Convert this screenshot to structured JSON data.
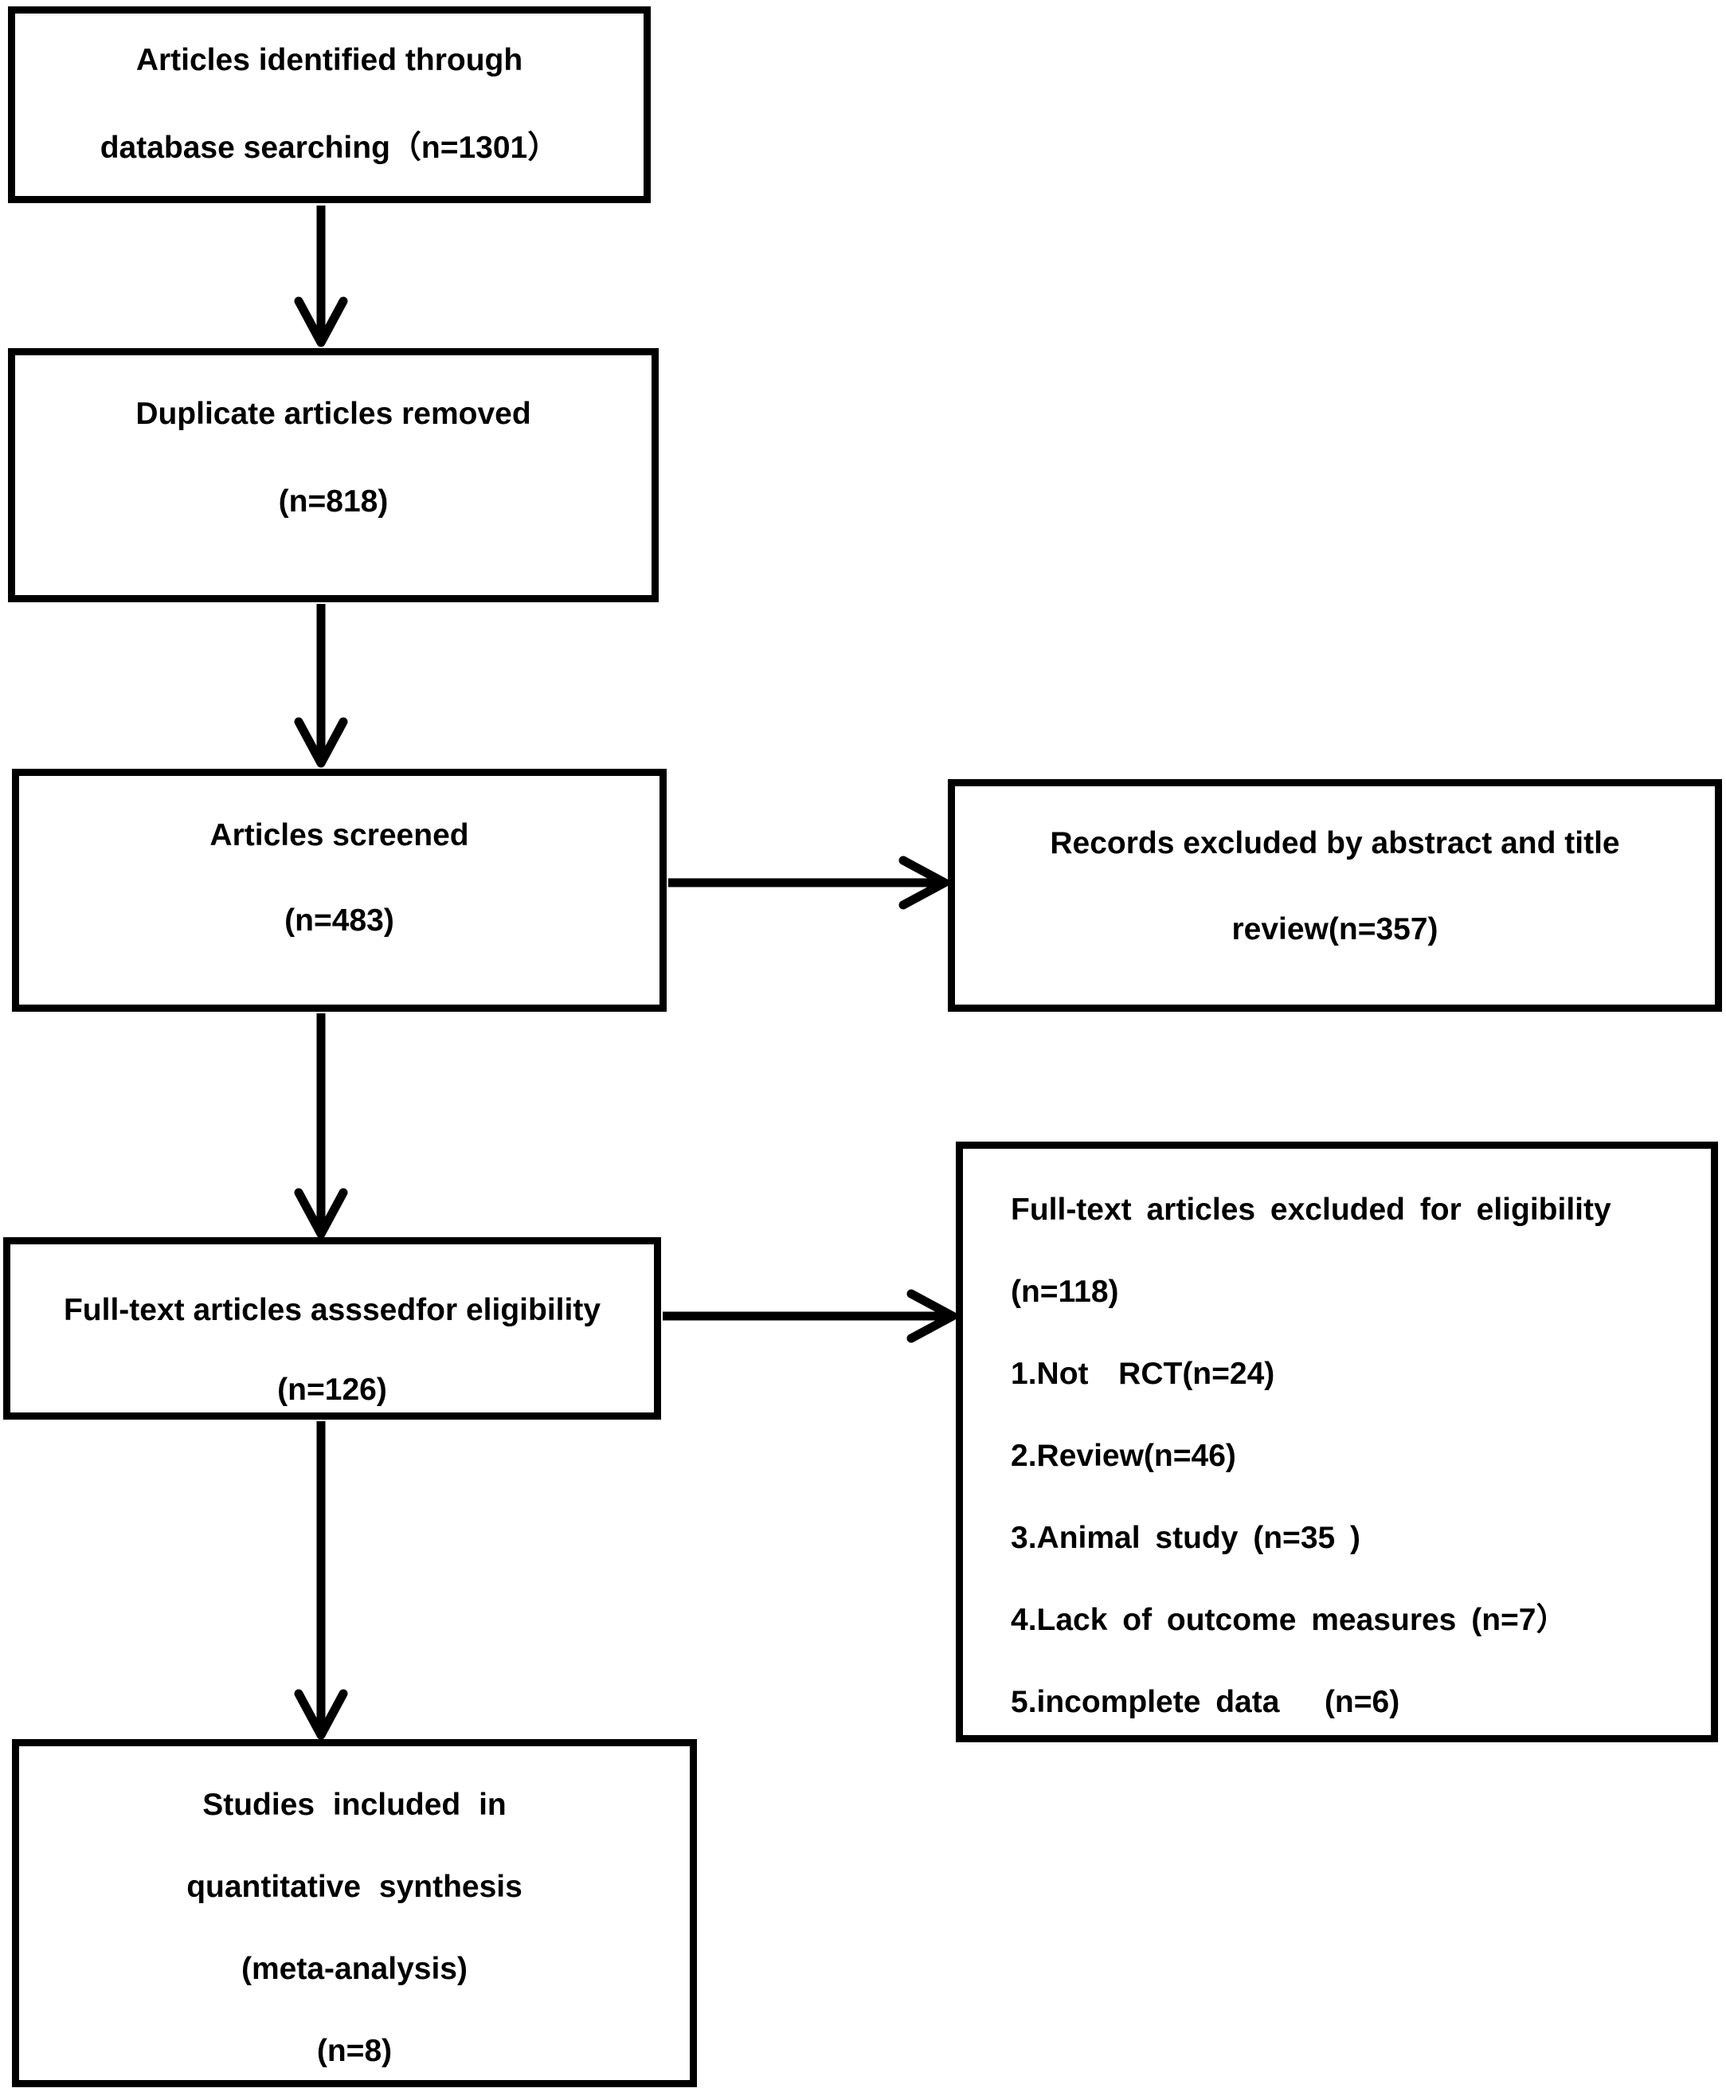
{
  "palette": {
    "ink": "#000000",
    "paper": "#ffffff"
  },
  "boxes": [
    {
      "id": "articles-identified",
      "lines": [
        "Articles identified through",
        "database searching（n=1301）"
      ]
    },
    {
      "id": "duplicates-removed",
      "lines": [
        "Duplicate articles removed",
        "(n=818)"
      ]
    },
    {
      "id": "articles-screened",
      "lines": [
        "Articles screened",
        "(n=483)"
      ]
    },
    {
      "id": "records-excluded",
      "lines": [
        "Records excluded by abstract and title",
        "review(n=357)"
      ]
    },
    {
      "id": "fulltext-assessed",
      "lines": [
        "Full-text articles asssedfor eligibility",
        "(n=126)"
      ]
    },
    {
      "id": "fulltext-excluded",
      "lines": [
        "Full-text articles excluded for eligibility",
        "(n=118)",
        "1.Not  RCT(n=24)",
        "2.Review(n=46)",
        "3.Animal study (n=35 )",
        "4.Lack of outcome measures (n=7）",
        "5.incomplete data   (n=6)"
      ]
    },
    {
      "id": "studies-included",
      "lines": [
        "Studies included in",
        "quantitative synthesis",
        "(meta-analysis)",
        "(n=8)"
      ]
    }
  ],
  "arrows": [
    {
      "from": "articles-identified",
      "to": "duplicates-removed",
      "direction": "down"
    },
    {
      "from": "duplicates-removed",
      "to": "articles-screened",
      "direction": "down"
    },
    {
      "from": "articles-screened",
      "to": "records-excluded",
      "direction": "right"
    },
    {
      "from": "articles-screened",
      "to": "fulltext-assessed",
      "direction": "down"
    },
    {
      "from": "fulltext-assessed",
      "to": "fulltext-excluded",
      "direction": "right"
    },
    {
      "from": "fulltext-assessed",
      "to": "studies-included",
      "direction": "down"
    }
  ]
}
